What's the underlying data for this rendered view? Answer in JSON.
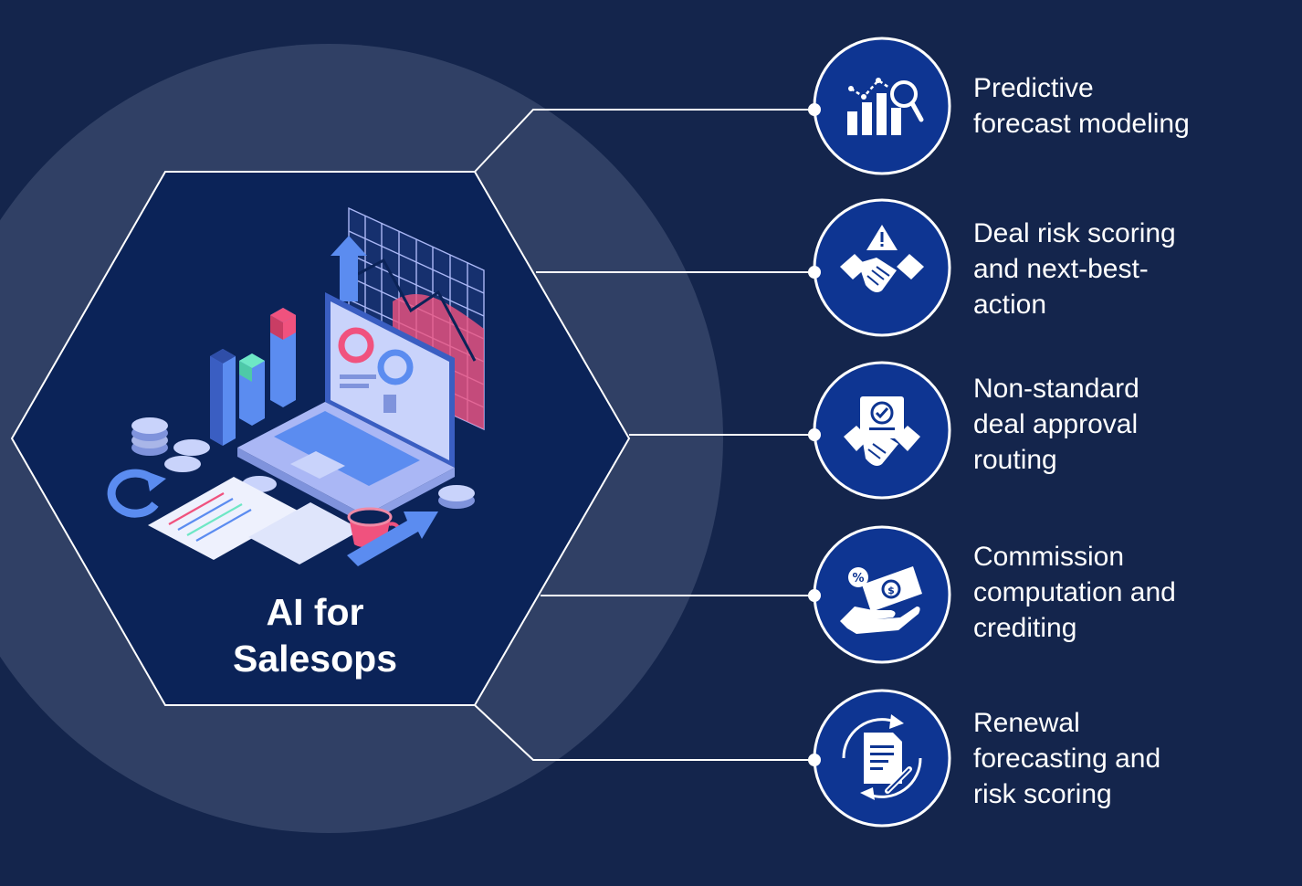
{
  "colors": {
    "background": "#14254c",
    "halo": "#3a4a6e",
    "hexagon": "#0b2358",
    "icon_circle": "#0e3592",
    "outline": "#ffffff",
    "accent_pink": "#f0527e",
    "accent_teal": "#6ee7c5",
    "accent_blue": "#5b8cf0",
    "accent_lilac": "#aab7f5"
  },
  "center": {
    "title_line1": "AI for",
    "title_line2": "Salesops",
    "illustration": "isometric-laptop-analytics-illustration"
  },
  "items": [
    {
      "icon": "bar-chart-magnifier-icon",
      "line1": "Predictive",
      "line2": "forecast modeling",
      "line3": ""
    },
    {
      "icon": "handshake-warning-icon",
      "line1": "Deal risk scoring",
      "line2": "and next-best-",
      "line3": "action"
    },
    {
      "icon": "handshake-approval-icon",
      "line1": "Non-standard",
      "line2": "deal approval",
      "line3": "routing"
    },
    {
      "icon": "hand-money-percent-icon",
      "line1": "Commission",
      "line2": "computation and",
      "line3": "crediting"
    },
    {
      "icon": "document-renewal-icon",
      "line1": "Renewal",
      "line2": "forecasting and",
      "line3": "risk scoring"
    }
  ]
}
